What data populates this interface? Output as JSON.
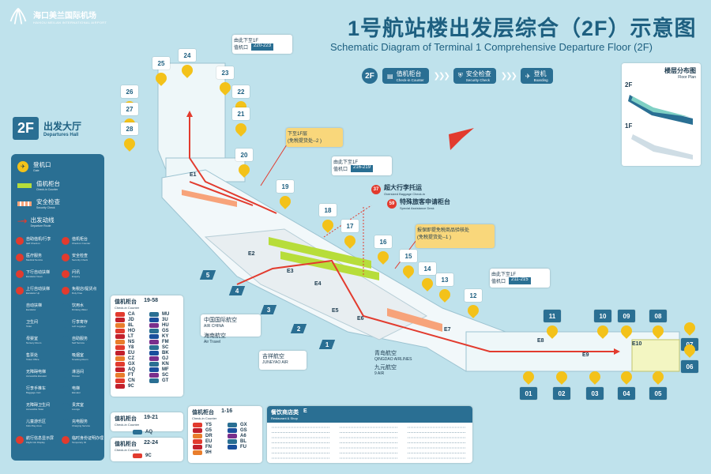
{
  "header": {
    "logo_cn": "海口美兰国际机场",
    "logo_en": "HAIKOU MEILAN INTERNATIONAL AIRPORT",
    "title_cn": "1号航站楼出发层综合（2F）示意图",
    "title_en": "Schematic Diagram of Terminal 1 Comprehensive Departure Floor (2F)"
  },
  "flow_bar": {
    "floor": "2F",
    "steps": [
      {
        "cn": "值机柜台",
        "en": "Check-in Counter"
      },
      {
        "cn": "安全检查",
        "en": "Security Check"
      },
      {
        "cn": "登机",
        "en": "Boarding"
      }
    ]
  },
  "floor_plan": {
    "title_cn": "楼层分布图",
    "title_en": "Floor Plan",
    "levels": [
      "2F",
      "1F"
    ]
  },
  "legend": {
    "floor_badge": "2F",
    "title_cn": "出发大厅",
    "title_en": "Departures Hall",
    "main_items": [
      {
        "cn": "登机口",
        "en": "Gate",
        "color": "#f3c21a"
      },
      {
        "cn": "值机柜台",
        "en": "Check-in Counter",
        "color": "#b7dd3a"
      },
      {
        "cn": "安全检查",
        "en": "Security Check",
        "color": "#f7a37a"
      },
      {
        "cn": "出发动线",
        "en": "Departure Route",
        "color": "#e23b2e"
      }
    ],
    "small_items": [
      {
        "cn": "自助值机/行李",
        "en": "Self Check-in",
        "color": "#e23b2e"
      },
      {
        "cn": "值机柜台",
        "en": "Check-in Counter",
        "color": "#e23b2e"
      },
      {
        "cn": "医疗服务",
        "en": "Medical Service",
        "color": "#e23b2e"
      },
      {
        "cn": "安全检查",
        "en": "Security Check",
        "color": "#e23b2e"
      },
      {
        "cn": "下行自动扶梯",
        "en": "Escalator Down",
        "color": "#e23b2e"
      },
      {
        "cn": "问讯",
        "en": "Enquiry",
        "color": "#e23b2e"
      },
      {
        "cn": "上行自动扶梯",
        "en": "Escalator Up",
        "color": "#e23b2e"
      },
      {
        "cn": "免税店/提货点",
        "en": "Duty Free",
        "color": "#e23b2e"
      },
      {
        "cn": "自动扶梯",
        "en": "Escalator",
        "color": "#2a6f93"
      },
      {
        "cn": "饮用水",
        "en": "Drinking Water",
        "color": "#2a6f93"
      },
      {
        "cn": "卫生间",
        "en": "Toilet",
        "color": "#2a6f93"
      },
      {
        "cn": "行李寄存",
        "en": "Left Luggage",
        "color": "#2a6f93"
      },
      {
        "cn": "母婴室",
        "en": "Nursery Room",
        "color": "#2a6f93"
      },
      {
        "cn": "自助服务",
        "en": "Self Service",
        "color": "#2a6f93"
      },
      {
        "cn": "售票处",
        "en": "Ticket Office",
        "color": "#2a6f93"
      },
      {
        "cn": "吸烟室",
        "en": "Smoking Room",
        "color": "#2a6f93"
      },
      {
        "cn": "无障碍电梯",
        "en": "Accessible Elevator",
        "color": "#2a6f93"
      },
      {
        "cn": "淋浴间",
        "en": "Shower",
        "color": "#2a6f93"
      },
      {
        "cn": "行李手推车",
        "en": "Baggage Cart",
        "color": "#2a6f93"
      },
      {
        "cn": "电梯",
        "en": "Elevator",
        "color": "#2a6f93"
      },
      {
        "cn": "无障碍卫生间",
        "en": "Accessible Toilet",
        "color": "#2a6f93"
      },
      {
        "cn": "贵宾室",
        "en": "Lounge",
        "color": "#2a6f93"
      },
      {
        "cn": "儿童游乐区",
        "en": "Kids Play Area",
        "color": "#2a6f93"
      },
      {
        "cn": "充电服务",
        "en": "Charging Service",
        "color": "#2a6f93"
      },
      {
        "cn": "航行信息显示屏",
        "en": "Flight Info Display",
        "color": "#e23b2e"
      },
      {
        "cn": "临时身份证明办理",
        "en": "Temporary ID",
        "color": "#e23b2e"
      }
    ]
  },
  "checkin_19_58": {
    "title_cn": "值机柜台",
    "title_en": "Check-in Counter",
    "range": "19-58",
    "codes": [
      "CA",
      "MU",
      "JD",
      "3U",
      "8L",
      "HU",
      "HO",
      "GS",
      "LT",
      "KY",
      "NS",
      "FM",
      "Y8",
      "SC",
      "EU",
      "BK",
      "CZ",
      "GJ",
      "GX",
      "KN",
      "AQ",
      "MF",
      "FT",
      "SC",
      "CN",
      "GT",
      "9C"
    ]
  },
  "checkin_19_21": {
    "title_cn": "值机柜台",
    "title_en": "Check-in Counter",
    "range": "19-21",
    "codes": [
      "AQ"
    ]
  },
  "checkin_22_24": {
    "title_cn": "值机柜台",
    "title_en": "Check-in Counter",
    "range": "22-24",
    "codes": [
      "9C"
    ]
  },
  "checkin_1_16": {
    "title_cn": "值机柜台",
    "title_en": "Check-in Counter",
    "range": "1-16",
    "codes": [
      "YS",
      "GX",
      "G5",
      "GS",
      "DR",
      "A6",
      "EU",
      "BL",
      "FN",
      "FU",
      "9H"
    ]
  },
  "dining": {
    "title_cn": "餐饮商店类",
    "title_en": "Restaurant & Shop",
    "mark": "E"
  },
  "airline_callouts": [
    {
      "cn": "中国国际航空",
      "en": "AIR CHINA"
    },
    {
      "cn": "海南航空",
      "en": "Air Travel"
    },
    {
      "cn": "吉祥航空",
      "en": "JUNEYAO AIR"
    },
    {
      "cn": "青岛航空",
      "en": "QINGDAO AIRLINES"
    },
    {
      "cn": "九元航空",
      "en": "9 AIR"
    }
  ],
  "callouts": {
    "downstairs_1": {
      "cn": "由此下至1F",
      "sub": "值机口",
      "range": "220-223"
    },
    "downstairs_2": {
      "cn": "由此下至1F",
      "sub": "值机口",
      "range": "216-219"
    },
    "downstairs_3": {
      "cn": "由此下至1F",
      "sub": "值机口",
      "range": "211-215"
    },
    "dutyfree_1": {
      "cn": "下至1F层",
      "sub": "(免税提货处--2 )"
    },
    "dutyfree_2": {
      "cn": "报保即提免税商品验核处",
      "sub": "(免税提货处--1 )"
    },
    "service_37": {
      "num": "37",
      "cn": "超大行李托运",
      "en": "Oversized Baggage Check-in"
    },
    "service_59": {
      "num": "59",
      "cn": "特殊旅客申请柜台",
      "en": "Special Assistance Desk"
    }
  },
  "gates_top": [
    "25",
    "24",
    "23",
    "26",
    "22",
    "27",
    "21",
    "28",
    "20",
    "19",
    "18",
    "17",
    "16",
    "15",
    "14",
    "13",
    "12"
  ],
  "gates_bottom": [
    "11",
    "10",
    "09",
    "08",
    "07",
    "06",
    "05",
    "04",
    "03",
    "02",
    "01"
  ],
  "bridges": [
    "5",
    "4",
    "3",
    "2",
    "1"
  ],
  "e_zones": [
    "E1",
    "E2",
    "E3",
    "E4",
    "E5",
    "E6",
    "E7",
    "E8",
    "E9",
    "E10"
  ],
  "colors": {
    "bg": "#bfe2ec",
    "primary": "#2a6f93",
    "accent_red": "#e23b2e",
    "gate_yellow": "#f3c21a",
    "checkin_green": "#b7dd3a"
  }
}
